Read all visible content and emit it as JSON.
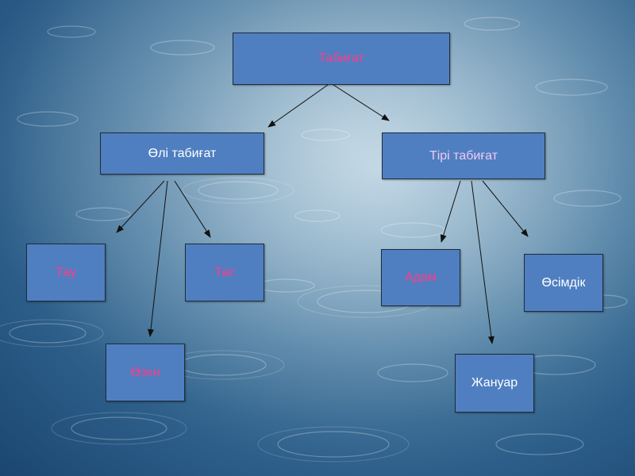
{
  "diagram": {
    "root": {
      "label": "Табиғат",
      "color": "#ff3b8a"
    },
    "branches": {
      "inanimate": {
        "label": "Өлі табиғат",
        "color": "#ffffff"
      },
      "living": {
        "label": "Тірі табиғат",
        "color": "#efc8f5"
      }
    },
    "leaves": {
      "mountain": {
        "label": "Тау",
        "color": "#ff3b8a"
      },
      "stone": {
        "label": "Тас",
        "color": "#ff3b8a"
      },
      "river": {
        "label": "Өзен",
        "color": "#ff3b8a"
      },
      "human": {
        "label": "Адам",
        "color": "#ff3b8a"
      },
      "plant": {
        "label": "Өсімдік",
        "color": "#ffffff"
      },
      "animal": {
        "label": "Жануар",
        "color": "#ffffff"
      }
    },
    "box_fill": "#4f7fc0",
    "box_border": "#1f2c3a",
    "arrow_color": "#111111"
  }
}
